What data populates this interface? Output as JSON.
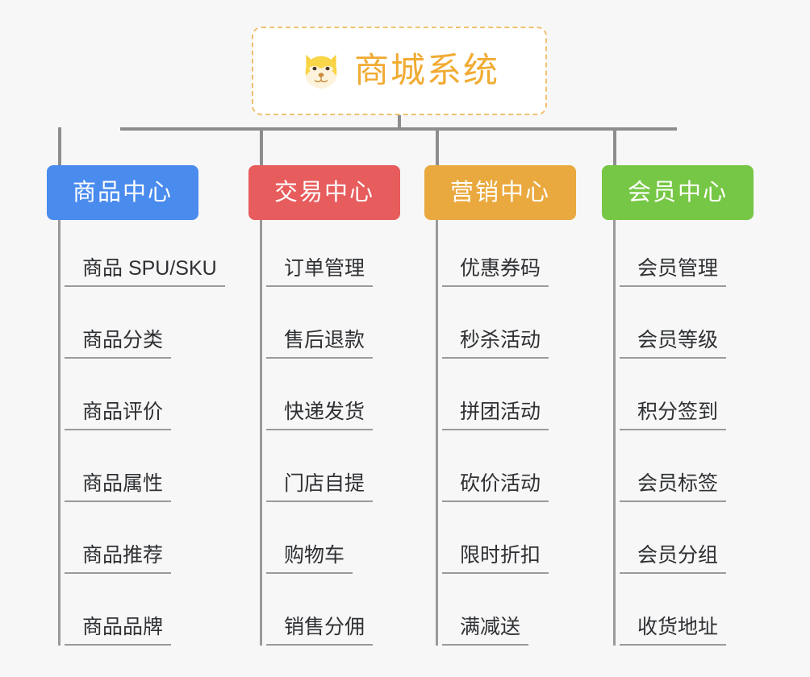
{
  "background_color": "#f7f7f7",
  "root": {
    "icon": "shiba-dog-face-emoji",
    "title": "商城系统",
    "title_color": "#f0ab33",
    "border_color": "#f0c070"
  },
  "connector_color": "#8d8d8d",
  "columns": [
    {
      "id": "product-center",
      "header": "商品中心",
      "color": "#4a8bee",
      "items": [
        "商品 SPU/SKU",
        "商品分类",
        "商品评价",
        "商品属性",
        "商品推荐",
        "商品品牌"
      ]
    },
    {
      "id": "trade-center",
      "header": "交易中心",
      "color": "#e75c5c",
      "items": [
        "订单管理",
        "售后退款",
        "快递发货",
        "门店自提",
        "购物车",
        "销售分佣"
      ]
    },
    {
      "id": "marketing-center",
      "header": "营销中心",
      "color": "#eaa93f",
      "items": [
        "优惠券码",
        "秒杀活动",
        "拼团活动",
        "砍价活动",
        "限时折扣",
        "满减送"
      ]
    },
    {
      "id": "member-center",
      "header": "会员中心",
      "color": "#76c745",
      "items": [
        "会员管理",
        "会员等级",
        "积分签到",
        "会员标签",
        "会员分组",
        "收货地址"
      ]
    }
  ]
}
